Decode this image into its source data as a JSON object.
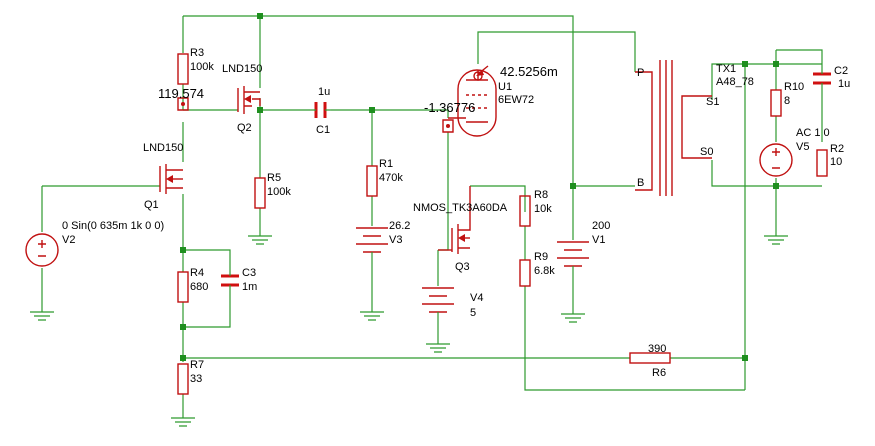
{
  "components": {
    "r3": {
      "name": "R3",
      "value": "100k"
    },
    "r5": {
      "name": "R5",
      "value": "100k"
    },
    "r1": {
      "name": "R1",
      "value": "470k"
    },
    "r4": {
      "name": "R4",
      "value": "680"
    },
    "r7": {
      "name": "R7",
      "value": "33"
    },
    "r8": {
      "name": "R8",
      "value": "10k"
    },
    "r9": {
      "name": "R9",
      "value": "6.8k"
    },
    "r10": {
      "name": "R10",
      "value": "8"
    },
    "r2": {
      "name": "R2",
      "value": "10"
    },
    "r6": {
      "name": "R6",
      "value": "390"
    },
    "c1": {
      "name": "C1",
      "value": "1u"
    },
    "c2": {
      "name": "C2",
      "value": "1u"
    },
    "c3": {
      "name": "C3",
      "value": "1m"
    },
    "q1": {
      "name": "Q1",
      "model": "LND150"
    },
    "q2": {
      "name": "Q2",
      "model": "LND150"
    },
    "q3": {
      "name": "Q3",
      "model": "NMOS_TK3A60DA"
    },
    "u1": {
      "name": "U1",
      "model": "6EW72"
    },
    "tx1": {
      "name": "TX1",
      "model": "A48_78",
      "pin_p": "P",
      "pin_b": "B",
      "pin_s1": "S1",
      "pin_s0": "S0"
    },
    "v1": {
      "name": "V1",
      "value": "200"
    },
    "v2": {
      "name": "V2",
      "value": "0 Sin(0 635m 1k 0 0)"
    },
    "v3": {
      "name": "V3",
      "value": "26.2"
    },
    "v4": {
      "name": "V4",
      "value": "5"
    },
    "v5": {
      "name": "V5",
      "value": "AC 1 0"
    }
  },
  "probes": {
    "q2_node": "119.574",
    "grid_node": "-1.36776",
    "plate_current": "42.5256m"
  },
  "colors": {
    "wire": "#2e9a2e",
    "component": "#c01010",
    "background": "#ffffff"
  }
}
